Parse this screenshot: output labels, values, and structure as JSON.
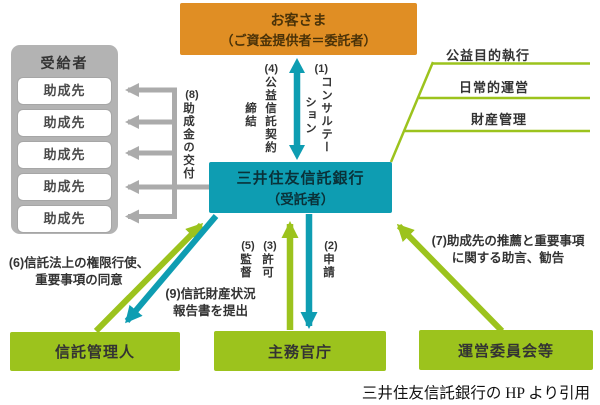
{
  "caption": "三井住友信託銀行の HP より引用",
  "nodes": {
    "customer": {
      "line1": "お客さま",
      "line2": "（ご資金提供者＝委託者）"
    },
    "bank": {
      "line1": "三井住友信託銀行",
      "line2": "（受託者）"
    },
    "recipients": {
      "header": "受給者",
      "items": [
        "助成先",
        "助成先",
        "助成先",
        "助成先",
        "助成先"
      ]
    },
    "trust_admin": "信託管理人",
    "authority": "主務官庁",
    "committee": "運営委員会等"
  },
  "duties": [
    "公益目的執行",
    "日常的運営",
    "財産管理"
  ],
  "flows": {
    "f1": {
      "num": "(1)",
      "col1": "コンサルテー",
      "col2": "ション"
    },
    "f2": {
      "num": "(2)",
      "col1": "申請"
    },
    "f3": {
      "num": "(3)",
      "col1": "許可"
    },
    "f4": {
      "num": "(4)",
      "col1": "公益信託契約",
      "col2": "締結"
    },
    "f5": {
      "num": "(5)",
      "col1": "監督"
    },
    "f6": {
      "line1": "(6)信託法上の権限行使、",
      "line2": "重要事項の同意"
    },
    "f7": {
      "line1": "(7)助成先の推薦と重要事項",
      "line2": "に関する助言、勧告"
    },
    "f8": {
      "num": "(8)",
      "col1": "助成金の交付"
    },
    "f9": {
      "line1": "(9)信託財産状況",
      "line2": "報告書を提出"
    }
  },
  "colors": {
    "orange": "#E08E24",
    "teal": "#0E9DB2",
    "green": "#9CC31D",
    "panel_gray": "#B3B3B3",
    "arrow_gray": "#ABABAB"
  }
}
